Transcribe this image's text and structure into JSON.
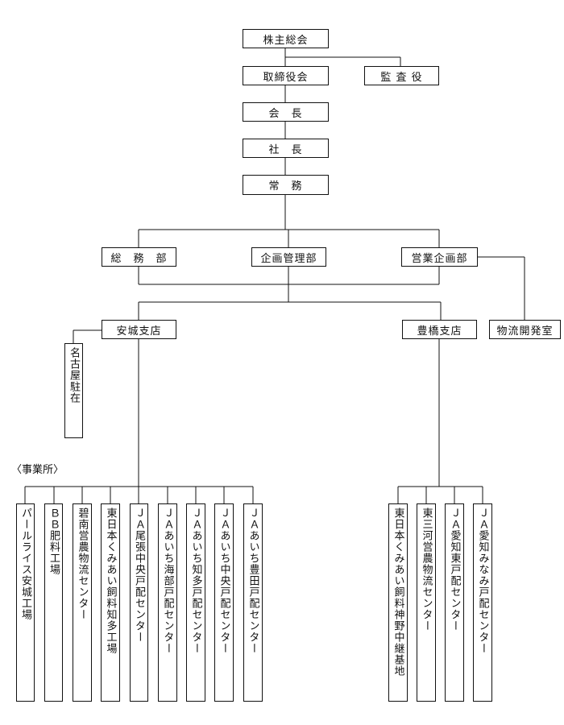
{
  "top": {
    "shareholders": "株主総会",
    "board": "取締役会",
    "auditor": "監 査 役",
    "chairman": "会　長",
    "president": "社　長",
    "managing": "常　務"
  },
  "departments": {
    "general_affairs": "総　務　部",
    "planning_management": "企画管理部",
    "sales_planning": "営業企画部",
    "logistics_dev": "物流開発室"
  },
  "branches": {
    "anjo": "安城支店",
    "toyohashi": "豊橋支店",
    "nagoya": "名古屋駐在"
  },
  "offices_label": "〈事業所〉",
  "anjo_offices": [
    "パールライス安城工場",
    "ＢＢ肥料工場",
    "碧南営農物流センター",
    "東日本くみあい飼料知多工場",
    "ＪＡ尾張中央戸配センター",
    "ＪＡあいち海部戸配センター",
    "ＪＡあいち知多戸配センター",
    "ＪＡあいち中央戸配センター",
    "ＪＡあいち豊田戸配センター"
  ],
  "toyohashi_offices": [
    "東日本くみあい飼料神野中継基地",
    "東三河営農物流センター",
    "ＪＡ愛知東戸配センター",
    "ＪＡ愛知みなみ戸配センター"
  ]
}
